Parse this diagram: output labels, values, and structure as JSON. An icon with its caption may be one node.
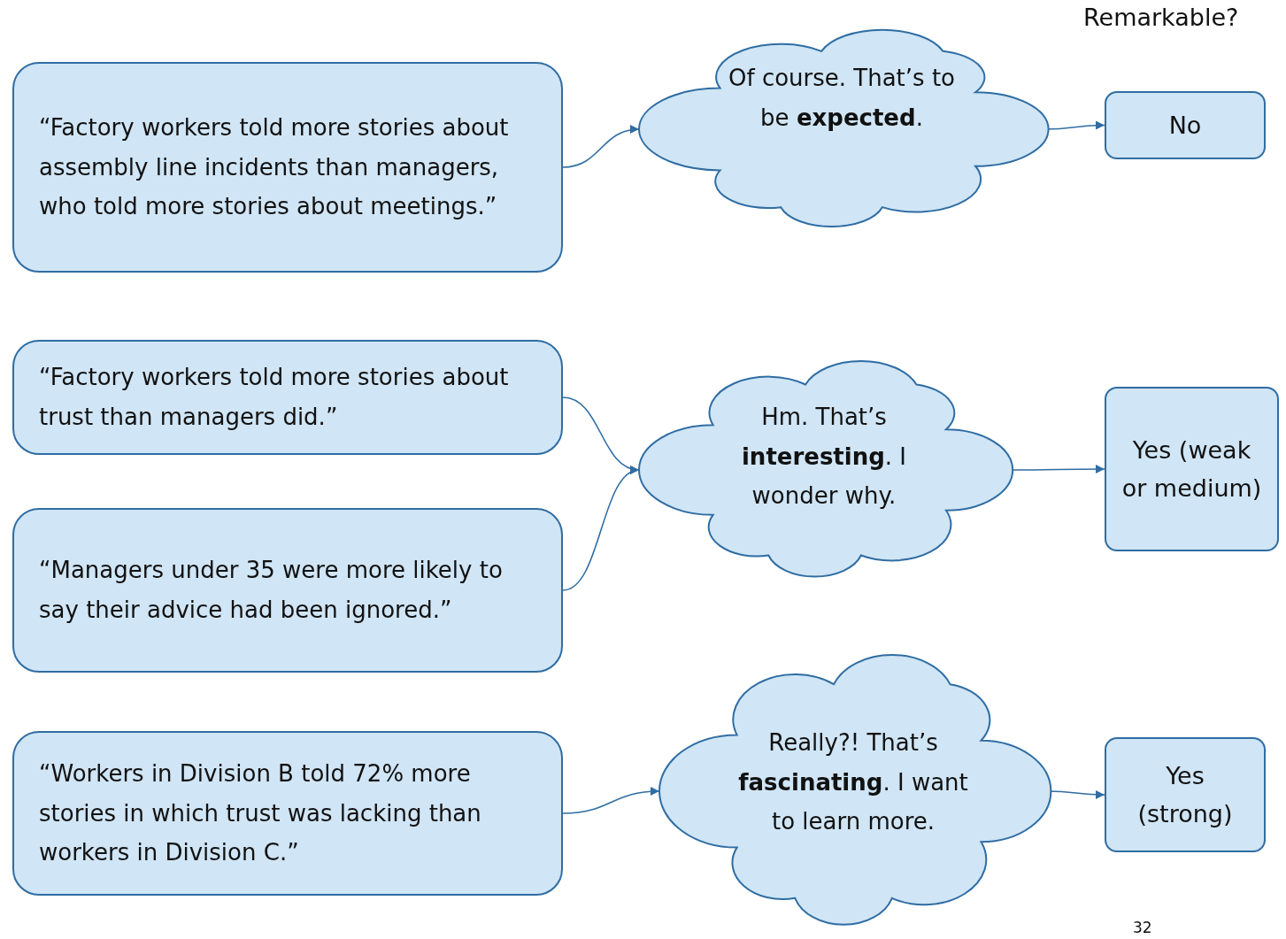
{
  "diagram": {
    "nodes": [
      {
        "text": [
          "“Factory workers told more stories about assembly line incidents than managers, who told more stories about meetings.”"
        ]
      },
      {
        "text": [
          "Of course. That’s to be **expected**."
        ]
      },
      {
        "text": [
          "No"
        ]
      },
      {
        "text": [
          "“Factory workers told more stories about trust than managers did.”"
        ]
      },
      {
        "text": [
          "“Managers under 35 were more likely to say their advice had been ignored.”"
        ]
      },
      {
        "text": [
          "Hm. That’s **interesting**. I wonder why."
        ]
      },
      {
        "text": [
          "Yes (weak or medium)"
        ]
      },
      {
        "text": [
          "“Workers in Division B told 72% more stories in which trust was lacking than workers in Division C.”"
        ]
      },
      {
        "text": [
          "Really?! That’s **fascinating**. I want to learn more."
        ]
      },
      {
        "text": [
          "Yes (strong)"
        ]
      }
    ],
    "edges": [
      {
        "from": 0,
        "to": 1,
        "arrow": "to"
      },
      {
        "from": 1,
        "to": 2,
        "arrow": "to"
      },
      {
        "from": 3,
        "to": 5,
        "arrow": "to"
      },
      {
        "from": 4,
        "to": 5,
        "arrow": "to"
      },
      {
        "from": 5,
        "to": 6,
        "arrow": "to"
      },
      {
        "from": 7,
        "to": 8,
        "arrow": "to"
      },
      {
        "from": 8,
        "to": 9,
        "arrow": "to"
      }
    ],
    "labels": [
      "Remarkable?",
      "32"
    ]
  }
}
